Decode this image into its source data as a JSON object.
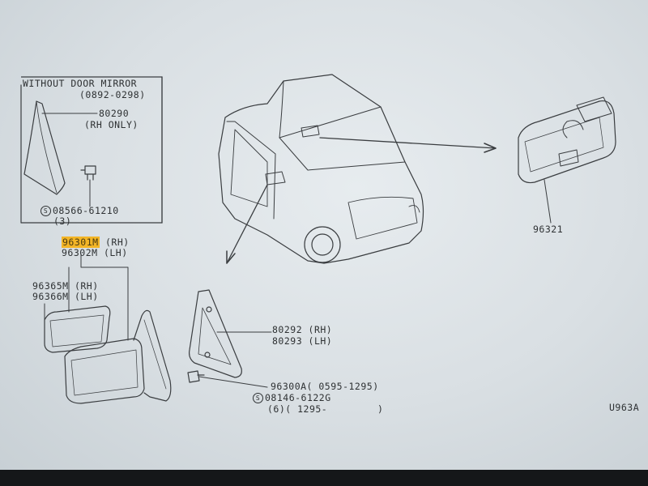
{
  "inset": {
    "title": "WITHOUT DOOR MIRROR",
    "date_range": "(0892-0298)",
    "cover_part": "80290",
    "cover_note": "(RH ONLY)",
    "screw_prefix": "S",
    "screw_part": "08566-61210",
    "screw_qty": "(3)"
  },
  "mirror": {
    "part_rh": "96301M",
    "side_rh": "(RH)",
    "part_lh": "96302M (LH)",
    "glass_rh": "96365M (RH)",
    "glass_lh": "96366M (LH)"
  },
  "corner_cover": {
    "part_rh": "80292 (RH)",
    "part_lh": "80293 (LH)"
  },
  "fastener": {
    "screw_part": "96300A( 0595-1295)",
    "bolt_prefix": "S",
    "bolt_part": "08146-6122G",
    "bolt_qty": "(6)( 1295-",
    "bolt_close": ")"
  },
  "interior_mirror": {
    "part": "96321"
  },
  "figure_code": "U963A",
  "colors": {
    "highlight": "#f3b526",
    "line": "#3a3d40",
    "background": "#dde3e6"
  }
}
